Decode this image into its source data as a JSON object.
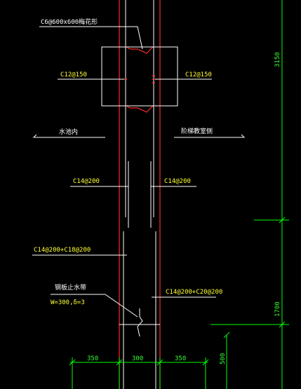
{
  "colors": {
    "background": "#000000",
    "wall_line": "#ff2a2a",
    "dimension": "#00ff00",
    "annotation_yellow": "#ffff33",
    "white": "#ffffff"
  },
  "labels": {
    "anchor_note": "C6@600x600梅花形",
    "left_c12": "C12@150",
    "right_c12": "C12@150",
    "left_side": "水池内",
    "right_side": "阶梯教室侧",
    "left_c14": "C14@200",
    "right_c14": "C14@200",
    "left_combo": "C14@200+C18@200",
    "waterstop": "钢板止水带",
    "waterstop_spec": "W=300,δ=3",
    "right_combo": "C14@200+C20@200"
  },
  "dimensions": {
    "bottom": [
      "350",
      "300",
      "350"
    ],
    "right_top": "3150",
    "right_mid": "1700",
    "right_bottom": "500"
  }
}
